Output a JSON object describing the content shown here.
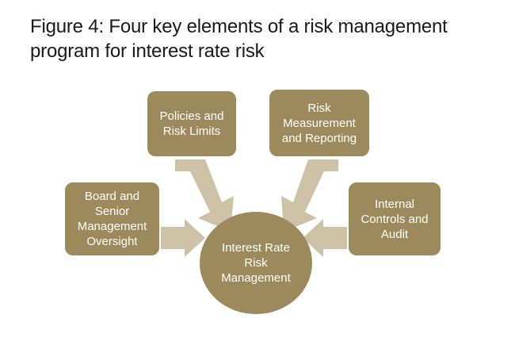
{
  "figure": {
    "title": "Figure 4: Four key elements of a risk management program for interest rate risk",
    "center": {
      "label": "Interest Rate\nRisk\nManagement"
    },
    "elements": [
      {
        "id": "policies",
        "label": "Policies and\nRisk Limits"
      },
      {
        "id": "measurement",
        "label": "Risk\nMeasurement\nand Reporting"
      },
      {
        "id": "board",
        "label": "Board and\nSenior\nManagement\nOversight"
      },
      {
        "id": "controls",
        "label": "Internal\nControls and\nAudit"
      }
    ],
    "arrows": [
      {
        "id": "policies-to-center",
        "direction": "down-right"
      },
      {
        "id": "measurement-to-center",
        "direction": "down-left"
      },
      {
        "id": "board-to-center",
        "direction": "right"
      },
      {
        "id": "controls-to-center",
        "direction": "left"
      }
    ],
    "colors": {
      "node": "#9c8a5c",
      "arrow": "#cdc2a6",
      "node_text": "#ffffff",
      "title_text": "#1a1a1a",
      "background": "#ffffff"
    }
  }
}
